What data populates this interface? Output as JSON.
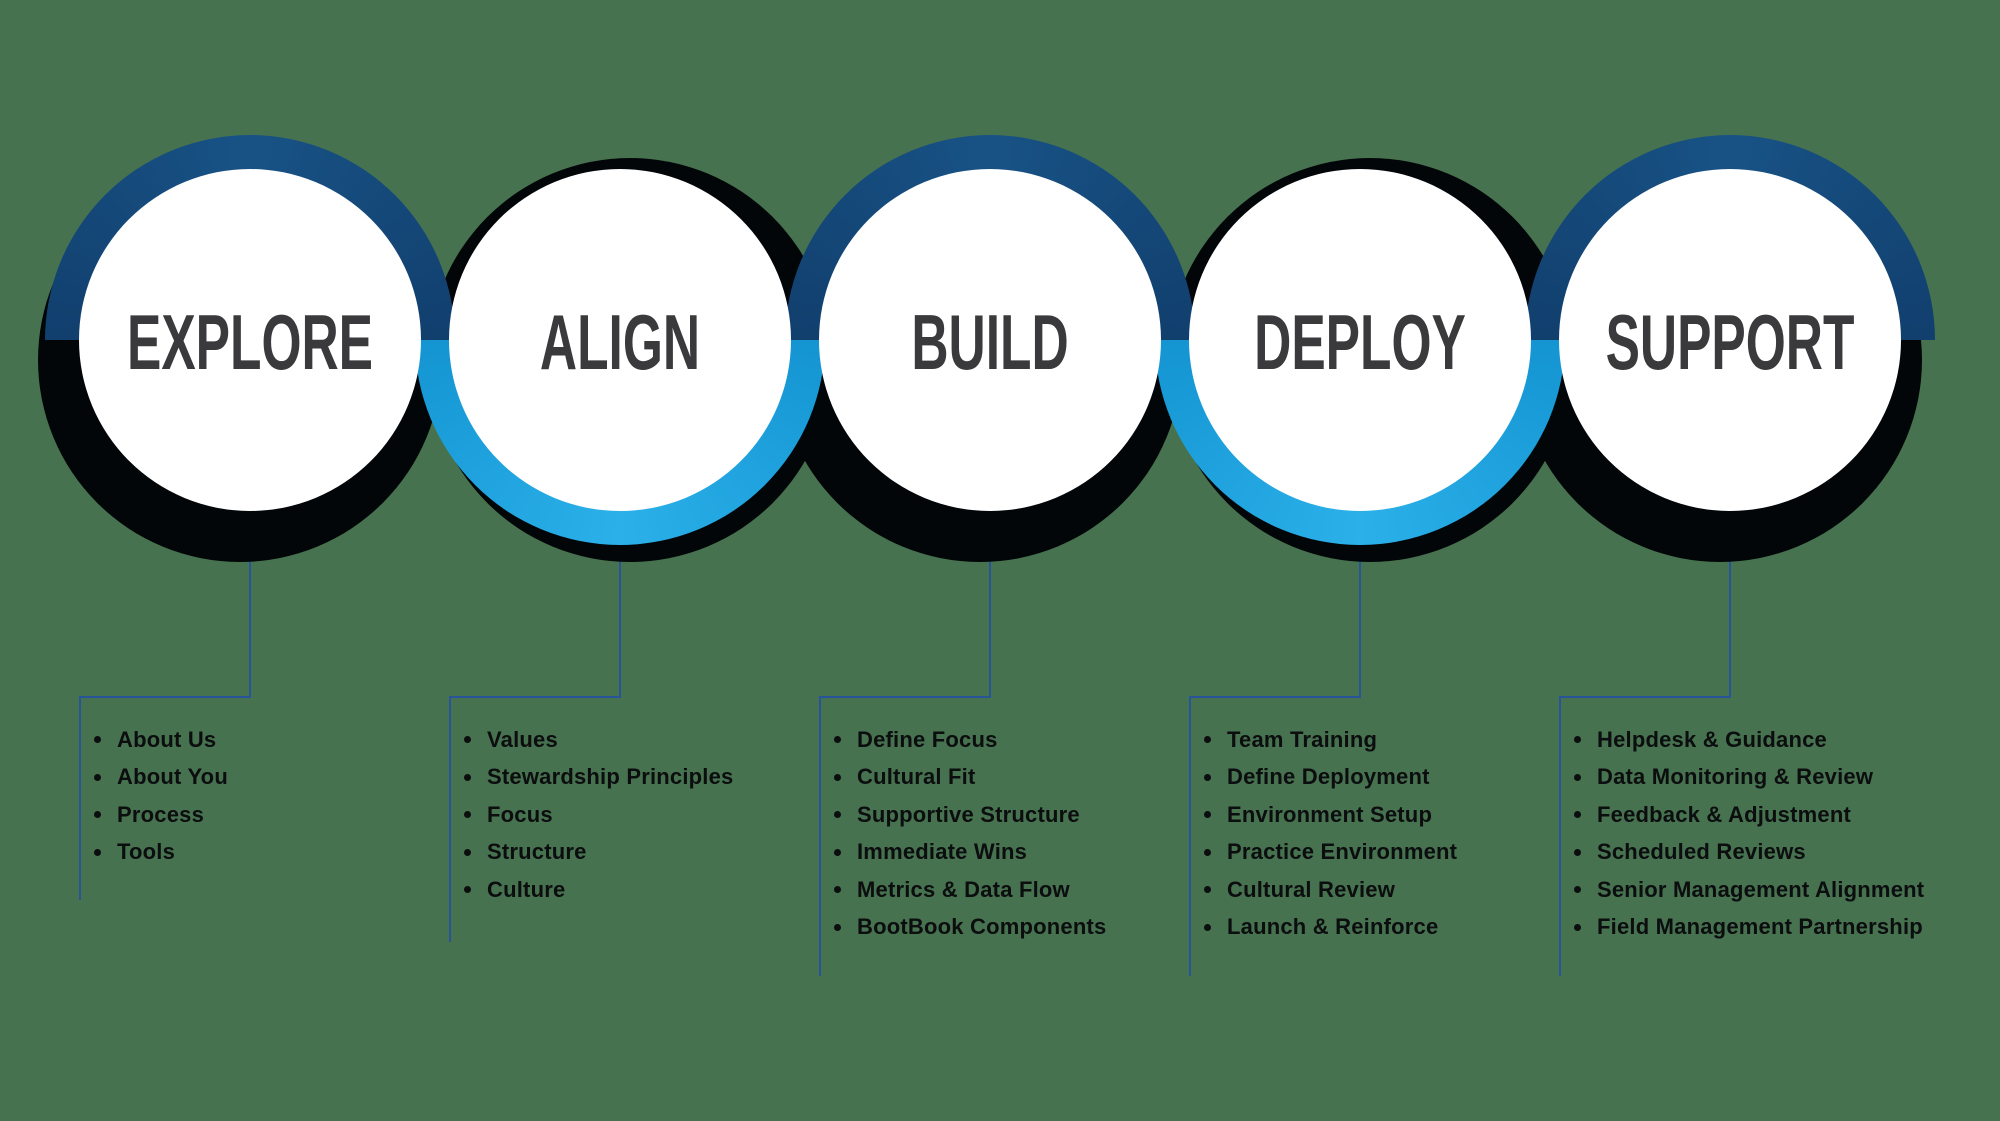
{
  "colors": {
    "background": "#47724f",
    "ring_navy": "#144a7e",
    "ring_cyan": "#1ca9e5",
    "shadow_black": "#020608",
    "circle_fill": "#ffffff",
    "title_text": "#3a3a3c",
    "list_text": "#0b0d0f",
    "connector_line": "#27549b"
  },
  "stages": [
    {
      "title": "EXPLORE",
      "items": [
        "About Us",
        "About You",
        "Process",
        "Tools"
      ]
    },
    {
      "title": "ALIGN",
      "items": [
        "Values",
        "Stewardship Principles",
        "Focus",
        "Structure",
        "Culture"
      ]
    },
    {
      "title": "BUILD",
      "items": [
        "Define Focus",
        "Cultural Fit",
        "Supportive Structure",
        "Immediate Wins",
        "Metrics & Data Flow",
        "BootBook Components"
      ]
    },
    {
      "title": "DEPLOY",
      "items": [
        "Team Training",
        "Define Deployment",
        "Environment Setup",
        "Practice Environment",
        "Cultural Review",
        "Launch & Reinforce"
      ]
    },
    {
      "title": "SUPPORT",
      "items": [
        "Helpdesk & Guidance",
        "Data Monitoring & Review",
        "Feedback & Adjustment",
        "Scheduled Reviews",
        "Senior Management Alignment",
        "Field Management Partnership"
      ]
    }
  ]
}
